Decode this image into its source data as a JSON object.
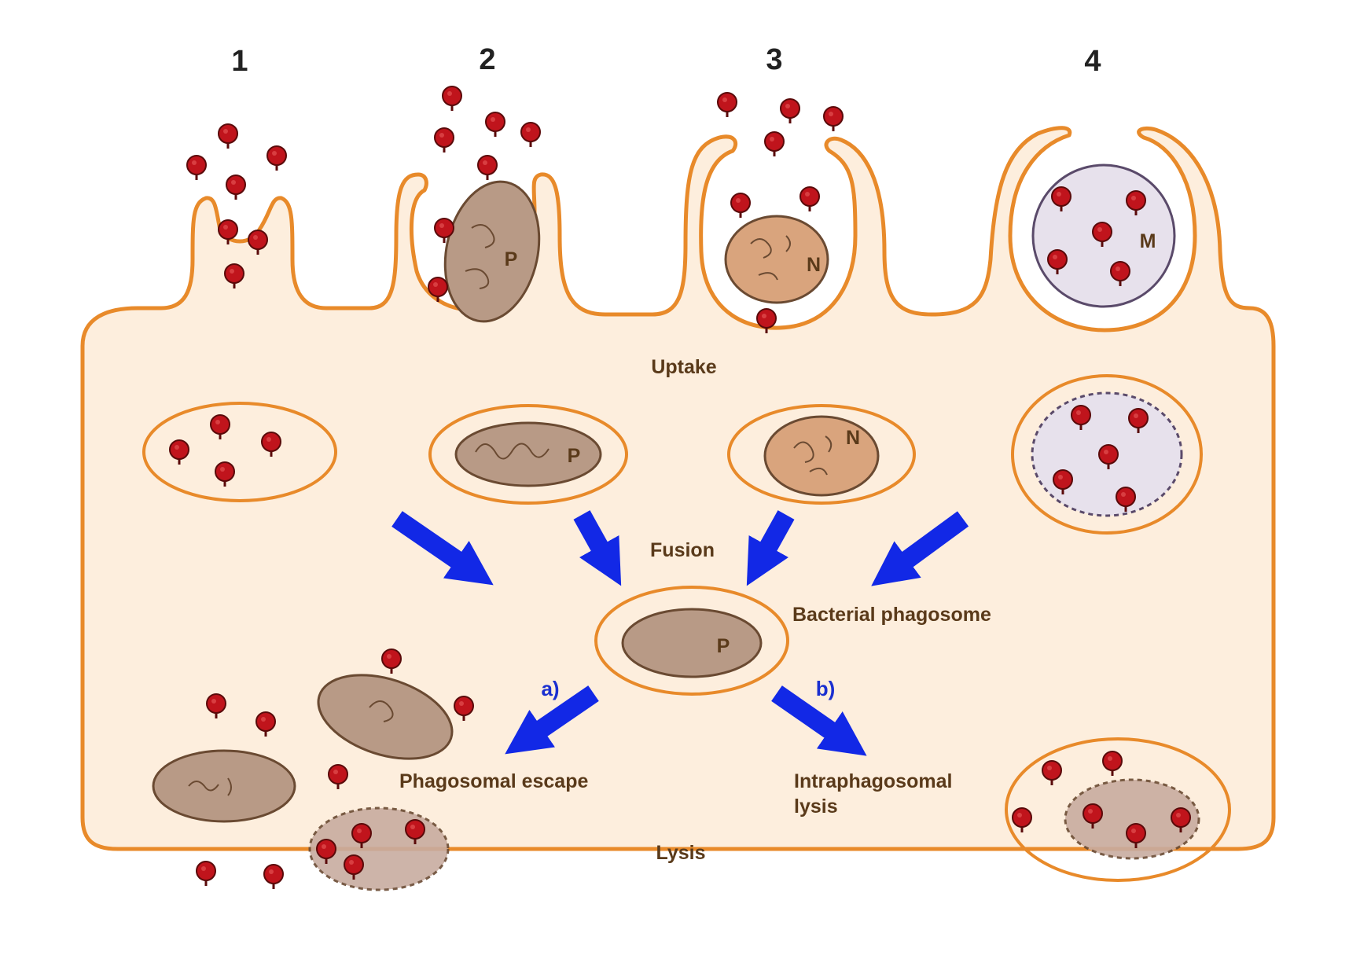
{
  "diagram": {
    "entry_numbers": [
      "1",
      "2",
      "3",
      "4"
    ],
    "stage_labels": {
      "uptake": "Uptake",
      "fusion": "Fusion",
      "lysis": "Lysis"
    },
    "compartment_labels": {
      "bacterial_phagosome": "Bacterial phagosome",
      "phagosomal_escape": "Phagosomal escape",
      "intraphagosomal_lysis_line1": "Intraphagosomal",
      "intraphagosomal_lysis_line2": "lysis",
      "path_a": "a)",
      "path_b": "b)"
    },
    "vesicle_letters": {
      "p": "P",
      "n": "N",
      "m": "M"
    },
    "colors": {
      "cytoplasm": "#fdeedd",
      "membrane": "#e88a2a",
      "arrow": "#1228e6",
      "phage_head": "#c0141c",
      "phage_outline": "#5a0a0a",
      "p_vesicle": "#b89a86",
      "n_vesicle": "#d9a47d",
      "m_vesicle": "#e7e1ec",
      "vesicle_outline": "#6a4a32"
    }
  }
}
